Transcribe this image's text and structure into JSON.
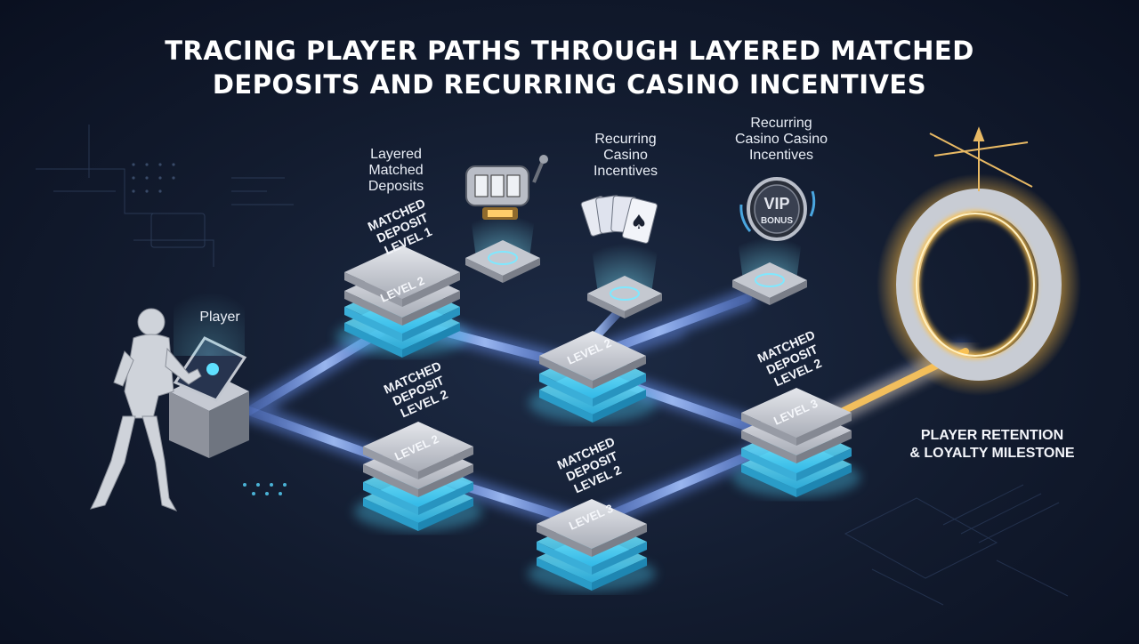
{
  "title": {
    "line1": "TRACING PLAYER PATHS THROUGH LAYERED MATCHED",
    "line2": "DEPOSITS AND RECURRING CASINO INCENTIVES"
  },
  "labels": {
    "player": "Player",
    "layered": [
      "Layered",
      "Matched",
      "Deposits"
    ],
    "recurring1": [
      "Recurring",
      "Casino",
      "Incentives"
    ],
    "recurring2": [
      "Recurring",
      "Casino Casino",
      "Incentives"
    ],
    "milestone": [
      "PLAYER RETENTION",
      "& LOYALTY MILESTONE"
    ]
  },
  "stacks": {
    "top_left": {
      "heading": [
        "MATCHED",
        "DEPOSIT",
        "LEVEL 1"
      ],
      "slab": "LEVEL 2"
    },
    "center": {
      "slab": "LEVEL 2"
    },
    "lower_left": {
      "heading": [
        "MATCHED",
        "DEPOSIT",
        "LEVEL 2"
      ],
      "slab": "LEVEL 2"
    },
    "bottom": {
      "heading": [
        "MATCHED",
        "DEPOSIT",
        "LEVEL 2"
      ],
      "slab": "LEVEL 3"
    },
    "right": {
      "heading": [
        "MATCHED",
        "DEPOSIT",
        "LEVEL 2"
      ],
      "slab": "LEVEL 3"
    }
  },
  "coin": {
    "line1": "VIP",
    "line2": "BONUS"
  },
  "colors": {
    "path_glow": "#7aa8ff",
    "slab_glow": "#4fd6ff",
    "ring_glow": "#ffc24a",
    "slab_face": "#c9ccd3"
  }
}
